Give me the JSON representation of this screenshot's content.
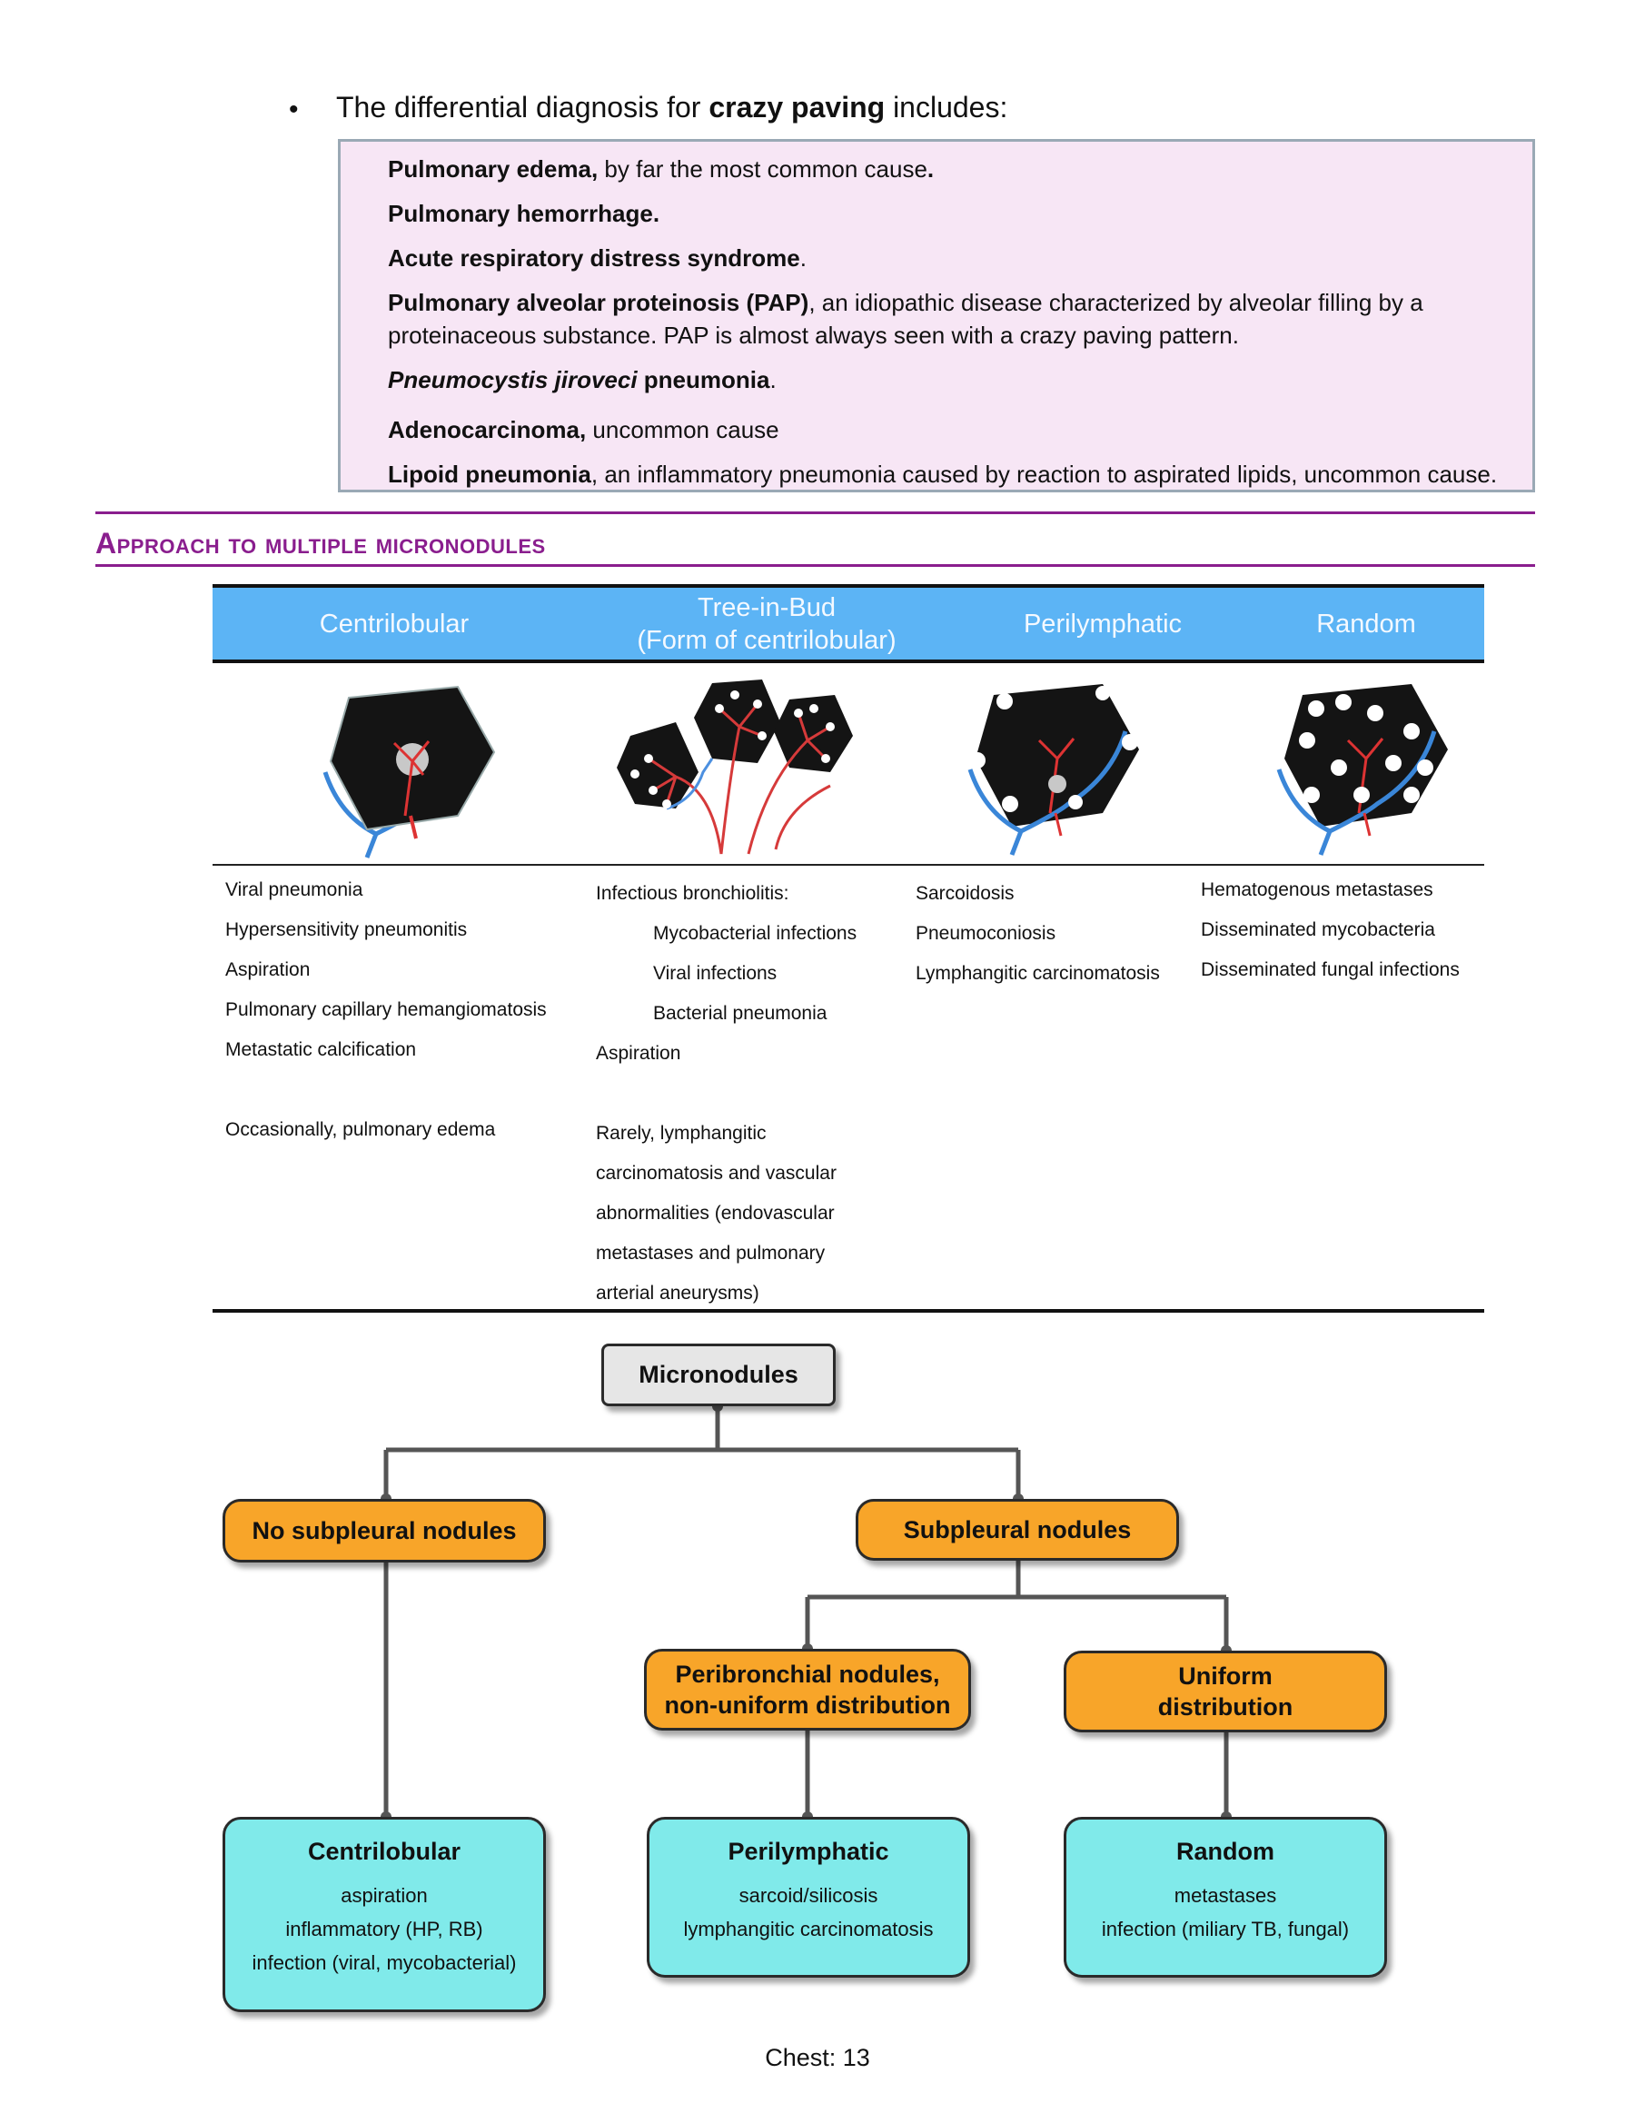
{
  "intro": {
    "bullet": "•",
    "text_before": "The differential diagnosis for ",
    "bold": "crazy paving",
    "text_after": " includes:"
  },
  "ddx": [
    {
      "bold": "Pulmonary edema,",
      "rest": " by far the most common cause",
      "tail_bold": "."
    },
    {
      "bold": "Pulmonary hemorrhage.",
      "rest": ""
    },
    {
      "bold": "Acute respiratory distress syndrome",
      "rest": "."
    },
    {
      "bold": "Pulmonary alveolar proteinosis (PAP)",
      "rest": ", an idiopathic disease characterized by alveolar filling by a proteinaceous substance. PAP is almost always seen with a crazy paving pattern."
    },
    {
      "bold_italic": "Pneumocystis jiroveci",
      "bold": " pneumonia",
      "rest": "."
    },
    {
      "bold": "Adenocarcinoma,",
      "rest": " uncommon cause"
    },
    {
      "bold": "Lipoid pneumonia",
      "rest": ", an inflammatory pneumonia caused by reaction to aspirated lipids, uncommon cause."
    }
  ],
  "section": {
    "title": "Approach to multiple micronodules"
  },
  "table": {
    "headers": [
      {
        "line1": "Centrilobular",
        "line2": ""
      },
      {
        "line1": "Tree-in-Bud",
        "line2": "(Form of centrilobular)"
      },
      {
        "line1": "Perilymphatic",
        "line2": ""
      },
      {
        "line1": "Random",
        "line2": ""
      }
    ],
    "centrilobular": [
      "Viral pneumonia",
      "Hypersensitivity pneumonitis",
      "Aspiration",
      "Pulmonary capillary hemangiomatosis",
      "Metastatic calcification",
      "",
      "Occasionally, pulmonary edema"
    ],
    "tree_in_bud": [
      "Infectious bronchiolitis:",
      "Mycobacterial infections",
      "Viral infections",
      "Bacterial pneumonia",
      "Aspiration",
      "",
      "Rarely, lymphangitic",
      "carcinomatosis and vascular",
      "abnormalities (endovascular",
      "metastases and pulmonary",
      "arterial aneurysms)"
    ],
    "perilymphatic": [
      "Sarcoidosis",
      "Pneumoconiosis",
      "Lymphangitic carcinomatosis"
    ],
    "random": [
      "Hematogenous metastases",
      "Disseminated mycobacteria",
      "Disseminated fungal infections"
    ]
  },
  "flowchart": {
    "root": "Micronodules",
    "no_subpleural": "No subpleural nodules",
    "subpleural": "Subpleural nodules",
    "peribronchial": [
      "Peribronchial nodules,",
      "non-uniform distribution"
    ],
    "uniform": [
      "Uniform",
      "distribution"
    ],
    "leaf_centrilobular": {
      "title": "Centrilobular",
      "lines": [
        "aspiration",
        "inflammatory (HP, RB)",
        "infection (viral, mycobacterial)"
      ]
    },
    "leaf_perilymphatic": {
      "title": "Perilymphatic",
      "lines": [
        "sarcoid/silicosis",
        "lymphangitic carcinomatosis"
      ]
    },
    "leaf_random": {
      "title": "Random",
      "lines": [
        "metastases",
        "infection (miliary TB, fungal)"
      ]
    }
  },
  "footer": "Chest: 13",
  "colors": {
    "purple": "#8a1e8e",
    "box_pink": "#f7e6f5",
    "header_blue": "#5cb4f5",
    "orange": "#f8a529",
    "cyan": "#80eaea"
  }
}
